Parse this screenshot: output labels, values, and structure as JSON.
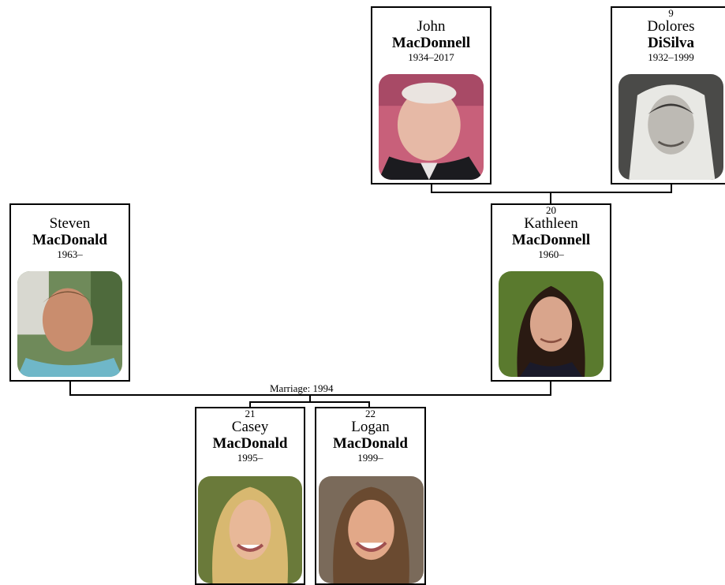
{
  "marriage_label": "Marriage: 1994",
  "people": {
    "john": {
      "number": "",
      "given": "John",
      "surname": "MacDonnell",
      "years": "1934–2017",
      "photo": "photo-of-john-macdonnell"
    },
    "dolores": {
      "number": "9",
      "given": "Dolores",
      "surname": "DiSilva",
      "years": "1932–1999",
      "photo": "photo-of-dolores-disilva"
    },
    "steven": {
      "number": "",
      "given": "Steven",
      "surname": "MacDonald",
      "years": "1963–",
      "photo": "photo-of-steven-macdonald"
    },
    "kathleen": {
      "number": "20",
      "given": "Kathleen",
      "surname": "MacDonnell",
      "years": "1960–",
      "photo": "photo-of-kathleen-macdonnell"
    },
    "casey": {
      "number": "21",
      "given": "Casey",
      "surname": "MacDonald",
      "years": "1995–",
      "photo": "photo-of-casey-macdonald"
    },
    "logan": {
      "number": "22",
      "given": "Logan",
      "surname": "MacDonald",
      "years": "1999–",
      "photo": "photo-of-logan-macdonald"
    }
  },
  "colors": {
    "line": "#000000",
    "box_border": "#000000",
    "background": "#ffffff"
  }
}
